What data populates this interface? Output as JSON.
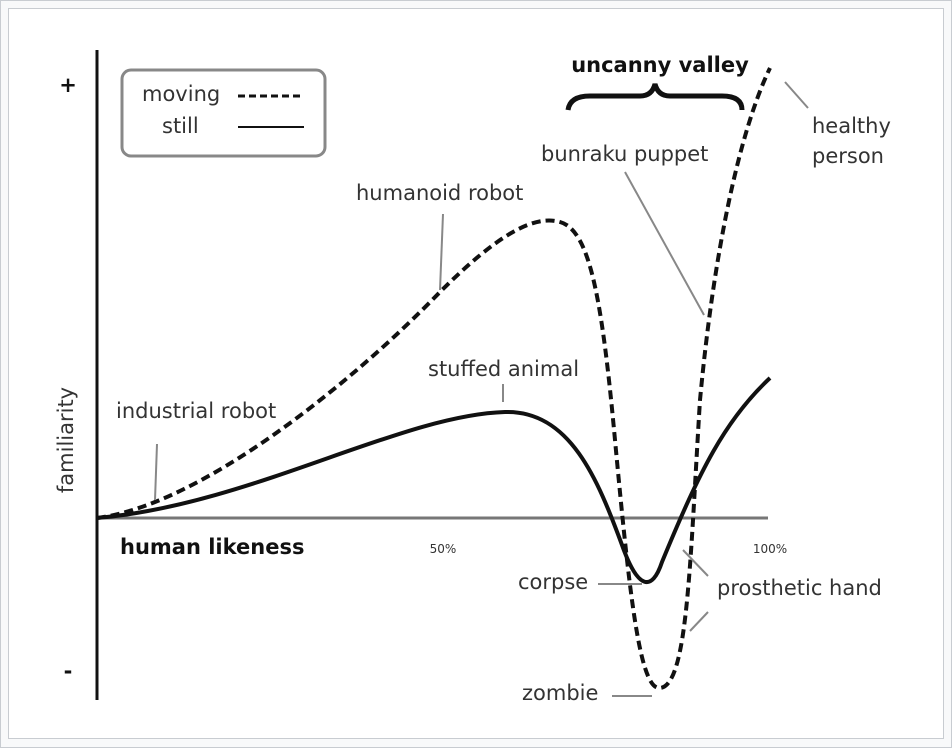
{
  "diagram": {
    "title": "uncanny valley",
    "x_axis_label": "human likeness",
    "y_axis_label": "familiarity",
    "y_plus": "+",
    "y_minus": "-",
    "x_ticks": [
      "50%",
      "100%"
    ],
    "legend": [
      {
        "label": "moving",
        "style": "dashed"
      },
      {
        "label": "still",
        "style": "solid"
      }
    ],
    "annotations": {
      "industrial_robot": "industrial robot",
      "humanoid_robot": "humanoid robot",
      "stuffed_animal": "stuffed animal",
      "bunraku_puppet": "bunraku puppet",
      "healthy_person_1": "healthy",
      "healthy_person_2": "person",
      "corpse": "corpse",
      "zombie": "zombie",
      "prosthetic_hand": "prosthetic hand"
    }
  }
}
